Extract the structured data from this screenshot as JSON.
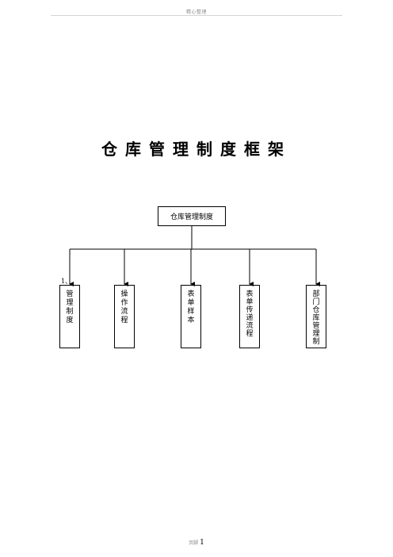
{
  "header": {
    "mark": "精心整理"
  },
  "document": {
    "title": "仓库管理制度框架",
    "org_chart": {
      "root": "仓库管理制度",
      "list_marker": "1、",
      "children": [
        {
          "label": "管理制度"
        },
        {
          "label": "操作流程"
        },
        {
          "label": "表单样本"
        },
        {
          "label": "表单传递流程"
        },
        {
          "label": "部门仓库管理制"
        }
      ]
    }
  },
  "footer": {
    "label": "页脚",
    "page_number": "1"
  },
  "colors": {
    "text": "#000000",
    "header_gray": "#8a8a8a",
    "rule": "#d4d4d4"
  }
}
